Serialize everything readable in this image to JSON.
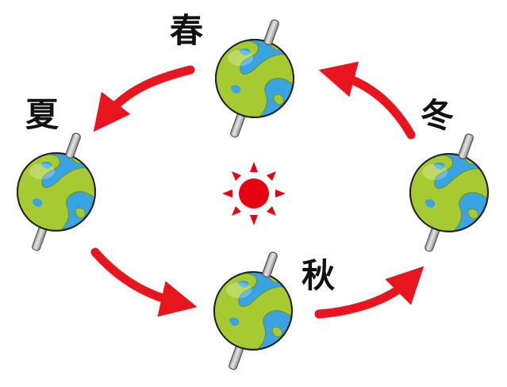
{
  "seasons": {
    "spring": "春",
    "summer": "夏",
    "autumn": "秋",
    "winter": "冬"
  },
  "colors": {
    "arrow": "#e8141e",
    "sun": "#e60012",
    "ocean": "#3aa3e2",
    "land": "#a6cb32",
    "axis": "#b4b4b4",
    "outline": "#222222"
  },
  "icons": {
    "sun": "sun-icon",
    "earth": "earth-icon",
    "arrow": "arrow-icon"
  }
}
